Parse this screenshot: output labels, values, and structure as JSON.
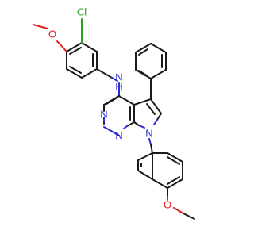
{
  "atom_labels": {
    "cl": "Cl",
    "o_top": "O",
    "nh": "N",
    "h": "H",
    "n_ring1": "N",
    "n_ring2": "N",
    "n_pyrrole": "N",
    "o_bottom": "O"
  },
  "colors": {
    "carbon_bond": "#1a1a1a",
    "nitrogen": "#2b2bd6",
    "oxygen": "#e02020",
    "chlorine": "#25a625"
  }
}
